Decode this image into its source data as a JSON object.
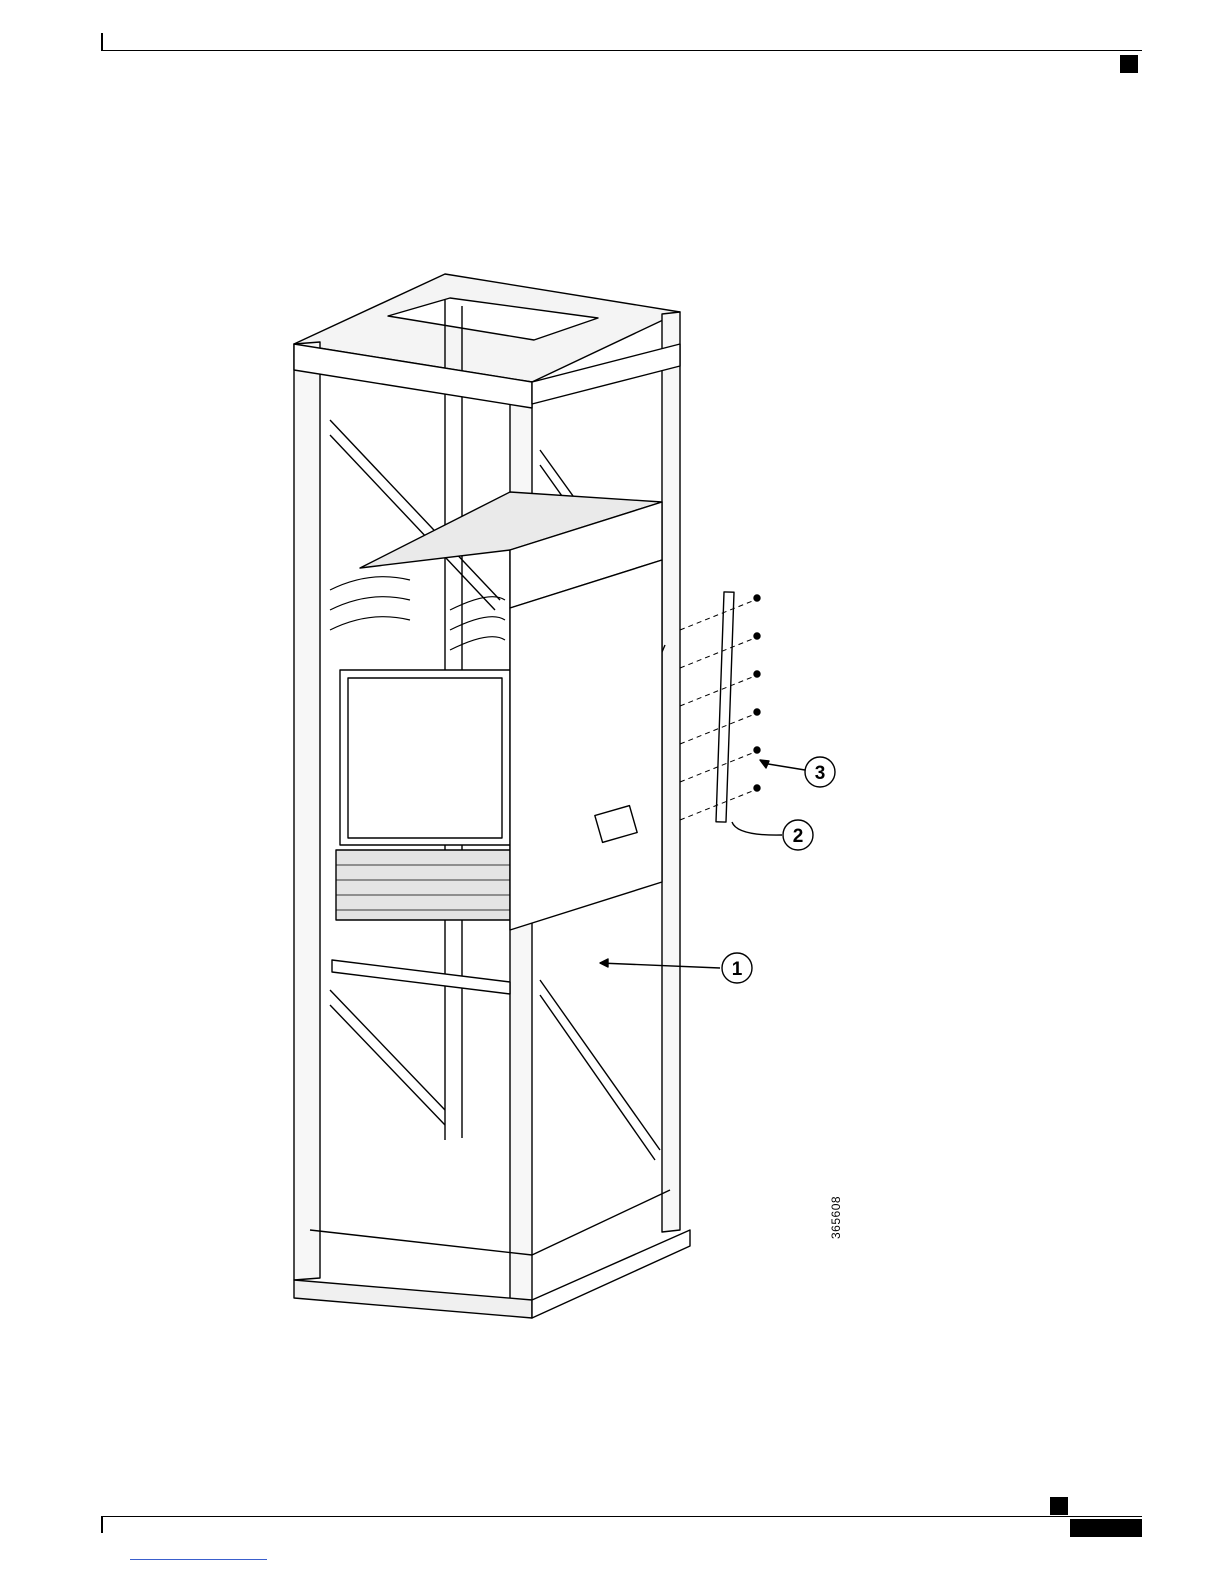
{
  "figure": {
    "callouts": [
      {
        "label": "1"
      },
      {
        "label": "2"
      },
      {
        "label": "3"
      }
    ],
    "figure_id": "365608",
    "icon": "rack-mounted-chassis-illustration"
  },
  "colors": {
    "ink": "#000000",
    "link_underline": "#3a5fcd"
  }
}
